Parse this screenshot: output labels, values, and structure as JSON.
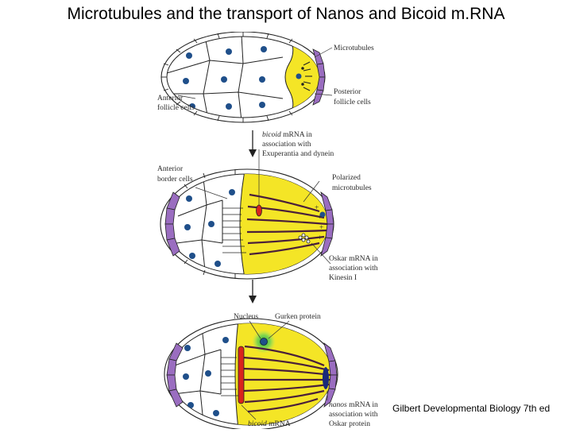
{
  "title": "Microtubules and the transport of Nanos and Bicoid m.RNA",
  "credit": "Gilbert Developmental Biology 7th ed",
  "colors": {
    "oocyte": "#f4e526",
    "follicle_purple": "#9a6dc0",
    "nurse_nuclei": "#1f4f8a",
    "microtubules": "#4a1f3a",
    "bicoid": "#d9231d",
    "oskar": "#1a2a7a",
    "gurken": "#36b53a"
  },
  "stage1": {
    "microtubules_label": "Microtubules",
    "anterior_label": [
      "Anterior",
      "follicle cells"
    ],
    "posterior_label": [
      "Posterior",
      "follicle cells"
    ]
  },
  "stage2": {
    "bicoid_label": {
      "italic": "bicoid",
      "rest": " mRNA in",
      "line2": "association with",
      "line3": "Exuperantia and dynein"
    },
    "border_label": [
      "Anterior",
      "border cells"
    ],
    "polarized_label": [
      "Polarized",
      "microtubules"
    ],
    "oskar_label": {
      "line1": "Oskar mRNA in",
      "line2": "association with",
      "line3": "Kinesin I"
    }
  },
  "stage3": {
    "nucleus_label": "Nucleus",
    "gurken_label": "Gurken protein",
    "nanos_label": {
      "italic": "nanos",
      "rest": " mRNA in",
      "line2": "association with",
      "line3": "Oskar protein"
    },
    "bicoid_label": {
      "italic": "bicoid",
      "rest": " mRNA"
    }
  }
}
